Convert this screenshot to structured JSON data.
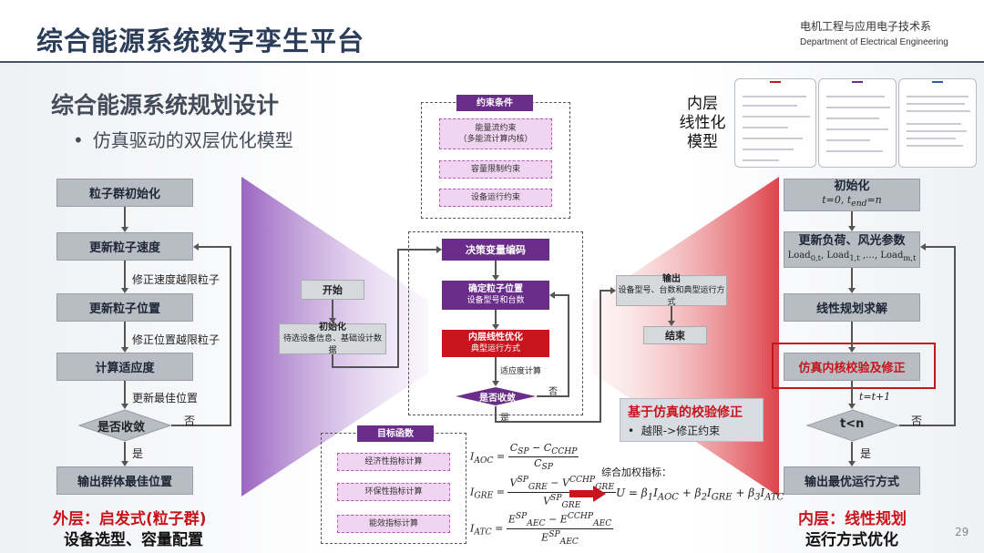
{
  "header": {
    "title": "综合能源系统数字孪生平台",
    "dept_cn": "电机工程与应用电子技术系",
    "dept_en": "Department of Electrical Engineering"
  },
  "section": {
    "title": "综合能源系统规划设计",
    "bullet": "仿真驱动的双层优化模型"
  },
  "outer": {
    "steps": [
      "粒子群初始化",
      "更新粒子速度",
      "更新粒子位置",
      "计算适应度",
      "是否收敛",
      "输出群体最佳位置"
    ],
    "notes": [
      "修正速度越限粒子",
      "修正位置越限粒子",
      "更新最佳位置"
    ],
    "yes": "是",
    "no": "否",
    "footer_title": "外层：启发式(粒子群)",
    "footer_sub": "设备选型、容量配置"
  },
  "constraints": {
    "title": "约束条件",
    "items": [
      {
        "line1": "能量流约束",
        "line2": "（多能流计算内核）"
      },
      {
        "line1": "容量限制约束",
        "line2": ""
      },
      {
        "line1": "设备运行约束",
        "line2": ""
      }
    ]
  },
  "center": {
    "start": "开始",
    "init_title": "初始化",
    "init_sub": "待选设备信息、基础设计数据",
    "encode": "决策变量编码",
    "locate_title": "确定粒子位置",
    "locate_sub": "设备型号和台数",
    "inner_title": "内层线性优化",
    "inner_sub": "典型运行方式",
    "fitness_note": "适应度计算",
    "converged": "是否收敛",
    "yes": "是",
    "no": "否",
    "output_title": "输出",
    "output_sub": "设备型号、台数和典型运行方式",
    "end": "结束"
  },
  "objectives": {
    "title": "目标函数",
    "items": [
      "经济性指标计算",
      "环保性指标计算",
      "能效指标计算"
    ],
    "weighted_label": "综合加权指标："
  },
  "inner_model": {
    "label_line1": "内层",
    "label_line2": "线性化",
    "label_line3": "模型"
  },
  "callout": {
    "title": "基于仿真的校验修正",
    "bullet": "越限->修正约束"
  },
  "inner": {
    "init_title": "初始化",
    "update_title": "更新负荷、风光参数",
    "solve": "线性规划求解",
    "verify": "仿真内核校验及修正",
    "loop_note": "t=t+1",
    "cond": "t<n",
    "yes": "是",
    "no": "否",
    "output": "输出最优运行方式",
    "footer_title": "内层：线性规划",
    "footer_sub": "运行方式优化"
  },
  "page_number": "29",
  "colors": {
    "purple": "#6a2d8a",
    "red": "#c8141c",
    "gray_box": "#b8bcc3",
    "pink_box": "#f1d4f2",
    "title_blue": "#2b3d58"
  }
}
